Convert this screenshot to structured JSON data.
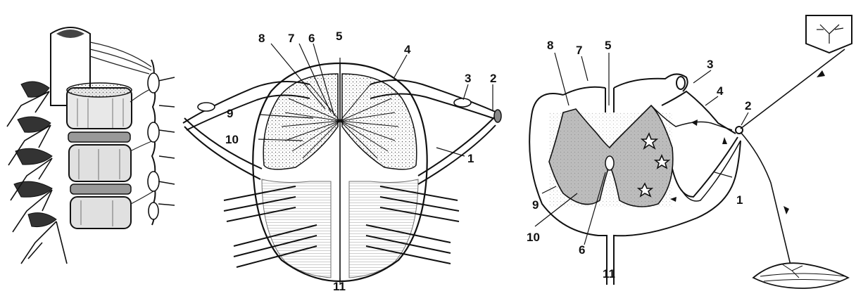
{
  "figures": [
    {
      "id": "spine-column"
    },
    {
      "id": "cord-section",
      "labels": [
        "1",
        "2",
        "3",
        "4",
        "5",
        "6",
        "7",
        "8",
        "9",
        "10",
        "11"
      ]
    },
    {
      "id": "reflex-arc",
      "labels": [
        "1",
        "2",
        "3",
        "4",
        "5",
        "6",
        "7",
        "8",
        "9",
        "10",
        "11"
      ]
    }
  ],
  "colors": {
    "ink": "#111111",
    "grey_matter": "#bdbdbd",
    "background": "#ffffff"
  }
}
